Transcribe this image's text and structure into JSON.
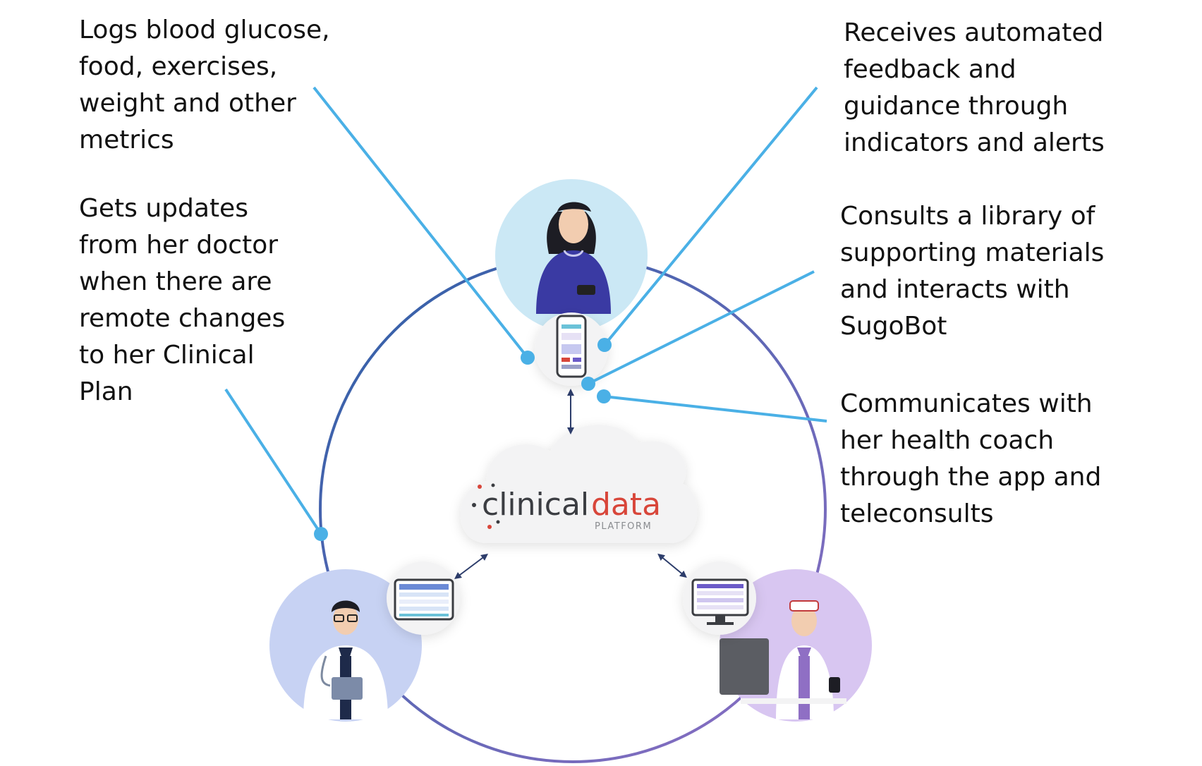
{
  "callouts": {
    "logs": [
      "Logs blood glucose,",
      "food, exercises,",
      "weight and other",
      "metrics"
    ],
    "updates": [
      "Gets updates",
      "from her doctor",
      "when there are",
      "remote changes",
      "to her Clinical",
      "Plan"
    ],
    "receives": [
      "Receives automated",
      "feedback and",
      "guidance through",
      "indicators and alerts"
    ],
    "consults": [
      "Consults a library of",
      "supporting materials",
      "and interacts with",
      "SugoBot"
    ],
    "communicates": [
      "Communicates with",
      "her health coach",
      "through the app and",
      "teleconsults"
    ]
  },
  "logo": {
    "word_a": "clinical",
    "word_b": "data",
    "sub": "PLATFORM"
  },
  "colors": {
    "callout_line": "#4ab0e6",
    "ring_start": "#2c5fa6",
    "ring_end": "#8f6fc4",
    "patient_bg": "#cbe8f5",
    "doctor_bg": "#c7d2f3",
    "coach_bg": "#d8c6f1",
    "logo_dark": "#3b3d42",
    "logo_red": "#d8463a"
  },
  "icons": [
    "patient-avatar",
    "phone-app-icon",
    "doctor-avatar",
    "coach-avatar",
    "tablet-icon",
    "monitor-icon",
    "cloud-icon",
    "bidirectional-arrow-icon"
  ]
}
